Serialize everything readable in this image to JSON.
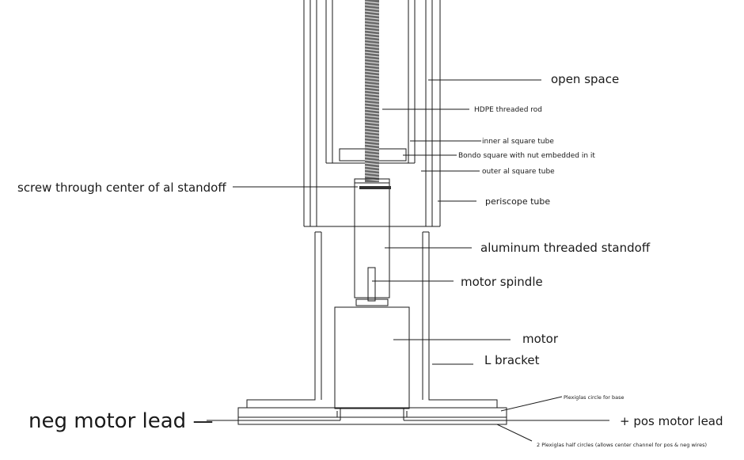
{
  "labels": {
    "open_space": "open space",
    "hdpe_rod": "HDPE threaded rod",
    "inner_tube": "inner al square tube",
    "bondo_square": "Bondo square with nut embedded in it",
    "outer_tube": "outer al square tube",
    "screw": "screw through center of al standoff",
    "periscope_tube": "periscope tube",
    "standoff": "aluminum threaded standoff",
    "motor_spindle": "motor spindle",
    "motor": "motor",
    "l_bracket": "L bracket",
    "plexi_base": "Plexiglas circle for base",
    "neg_lead": "neg motor lead —",
    "pos_lead": "+ pos motor lead",
    "half_circles": "2 Plexiglas half circles (allows center channel for pos & neg wires)"
  }
}
